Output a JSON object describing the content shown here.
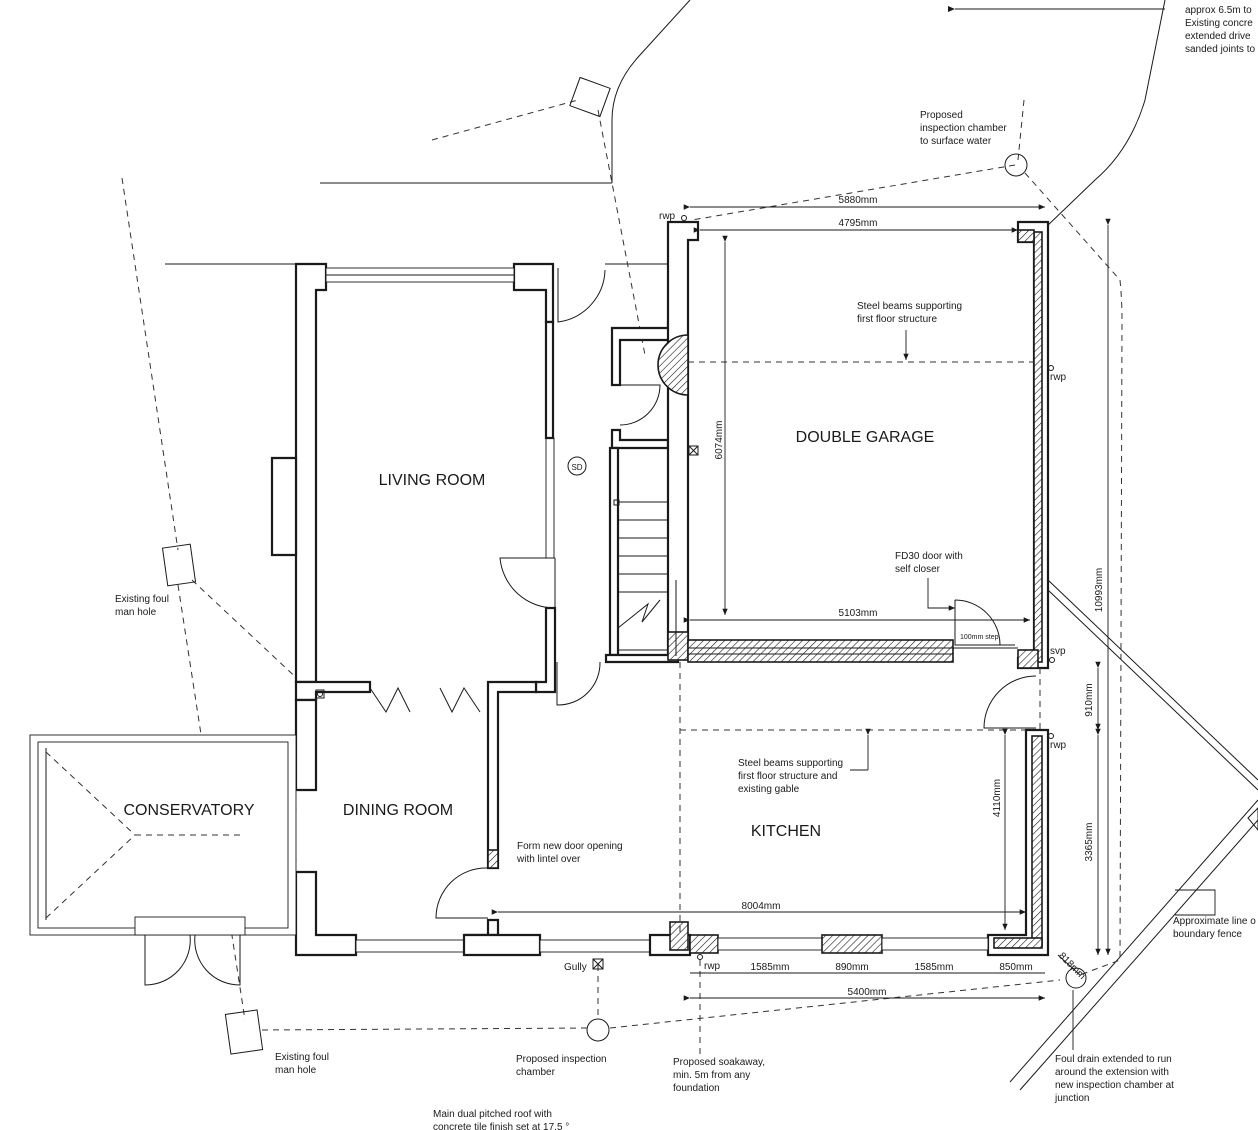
{
  "rooms": {
    "living": "LIVING ROOM",
    "dining": "DINING ROOM",
    "conservatory": "CONSERVATORY",
    "kitchen": "KITCHEN",
    "garage": "DOUBLE GARAGE"
  },
  "notes": {
    "top_right_1": "approx 6.5m to",
    "top_right_2": "Existing concre",
    "top_right_3": "extended drive",
    "top_right_4": "sanded joints to",
    "chamber_surface_1": "Proposed",
    "chamber_surface_2": "inspection chamber",
    "chamber_surface_3": "to surface water",
    "steel_garage_1": "Steel beams supporting",
    "steel_garage_2": "first floor structure",
    "fd30_1": "FD30 door with",
    "fd30_2": "self closer",
    "step": "100mm step",
    "steel_kitchen_1": "Steel beams supporting",
    "steel_kitchen_2": "first floor structure and",
    "steel_kitchen_3": "existing gable",
    "new_door_1": "Form new door opening",
    "new_door_2": "with lintel over",
    "foul_left_1": "Existing foul",
    "foul_left_2": "man hole",
    "foul_bottom_1": "Existing foul",
    "foul_bottom_2": "man hole",
    "insp_chamber_1": "Proposed inspection",
    "insp_chamber_2": "chamber",
    "soakaway_1": "Proposed soakaway,",
    "soakaway_2": "min. 5m from any",
    "soakaway_3": "foundation",
    "foul_drain_1": "Foul drain extended to run",
    "foul_drain_2": "around the extension with",
    "foul_drain_3": "new inspection chamber at",
    "foul_drain_4": "junction",
    "fence_1": "Approximate line o",
    "fence_2": "boundary fence",
    "roof_1": "Main dual pitched roof with",
    "roof_2": "concrete tile finish set at 17.5 °",
    "gully": "Gully",
    "sd": "SD",
    "rwp_top": "rwp",
    "rwp_right_1": "rwp",
    "rwp_right_2": "rwp",
    "rwp_bottom": "rwp",
    "svp": "svp"
  },
  "dimensions": {
    "d5880": "5880mm",
    "d4795": "4795mm",
    "d6074": "6074mm",
    "d5103": "5103mm",
    "d10993": "10993mm",
    "d910": "910mm",
    "d4110": "4110mm",
    "d3365": "3365mm",
    "d8004": "8004mm",
    "d1585a": "1585mm",
    "d890a": "890mm",
    "d1585b": "1585mm",
    "d850": "850mm",
    "d818": "818mm",
    "d5400": "5400mm"
  },
  "colors": {
    "line": "#1a1a1a",
    "background": "#ffffff"
  }
}
